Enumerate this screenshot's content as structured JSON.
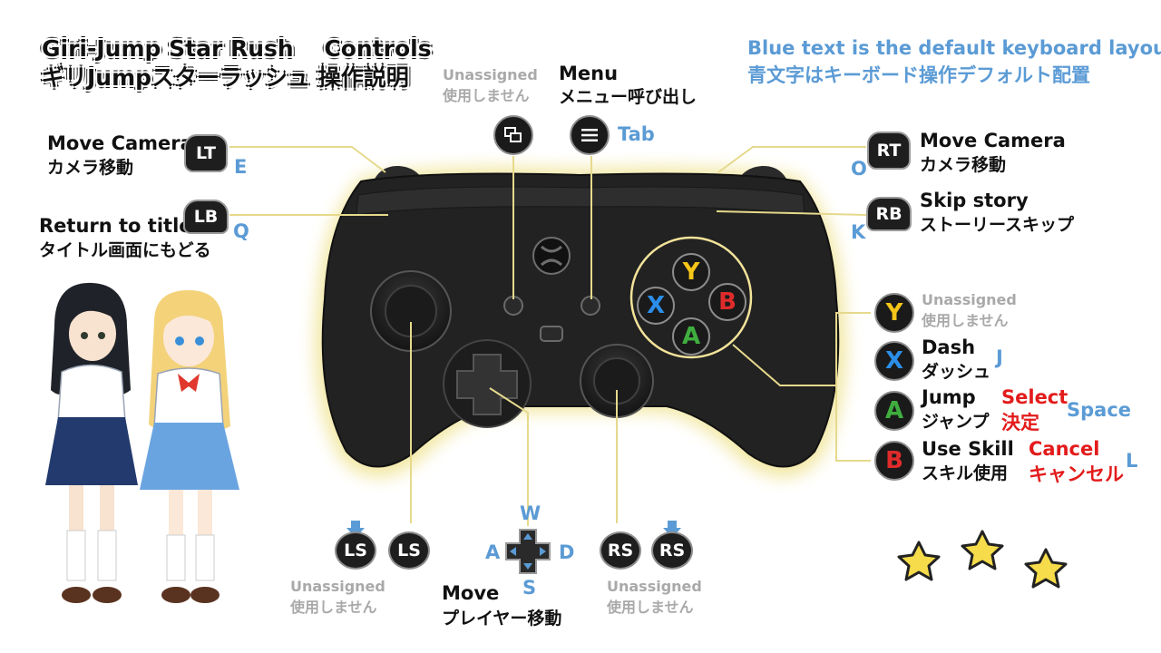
{
  "header": {
    "title_en": "Giri-Jump Star Rush　 Controls",
    "title_jp": "ギリJumpスターラッシュ 操作説明",
    "note_en": "Blue text is the default keyboard layout",
    "note_jp": "青文字はキーボード操作デフォルト配置"
  },
  "view_button": {
    "label_en": "Unassigned",
    "label_jp": "使用しません"
  },
  "menu_button": {
    "label_en": "Menu",
    "label_jp": "メニュー呼び出し",
    "key": "Tab"
  },
  "lt": {
    "badge": "LT",
    "label_en": "Move Camera",
    "label_jp": "カメラ移動",
    "key": "E"
  },
  "lb": {
    "badge": "LB",
    "label_en": "Return to title",
    "label_jp": "タイトル画面にもどる",
    "key": "Q"
  },
  "rt": {
    "badge": "RT",
    "label_en": "Move Camera",
    "label_jp": "カメラ移動",
    "key": "O"
  },
  "rb": {
    "badge": "RB",
    "label_en": "Skip story",
    "label_jp": "ストーリースキップ",
    "key": "K"
  },
  "face": {
    "y": {
      "letter": "Y",
      "label_en": "Unassigned",
      "label_jp": "使用しません",
      "color": "#f5c518"
    },
    "x": {
      "letter": "X",
      "label_en": "Dash",
      "label_jp": "ダッシュ",
      "key": "J",
      "color": "#2b8ee8"
    },
    "a": {
      "letter": "A",
      "label_en": "Jump",
      "label_jp": "ジャンプ",
      "extra_en": "Select",
      "extra_jp": "決定",
      "key": "Space",
      "color": "#3fae3f"
    },
    "b": {
      "letter": "B",
      "label_en": "Use Skill",
      "label_jp": "スキル使用",
      "extra_en": "Cancel",
      "extra_jp": "キャンセル",
      "key": "L",
      "color": "#e02b2b"
    }
  },
  "ls": {
    "badge": "LS",
    "label_en": "Unassigned",
    "label_jp": "使用しません"
  },
  "rs": {
    "badge": "RS",
    "label_en": "Unassigned",
    "label_jp": "使用しません"
  },
  "dpad": {
    "label_en": "Move",
    "label_jp": "プレイヤー移動",
    "key_up": "W",
    "key_left": "A",
    "key_right": "D",
    "key_down": "S"
  },
  "colors": {
    "keyboard_blue": "#5b9bd5",
    "cancel_red": "#e31b1b",
    "glow": "#f3e7a0"
  }
}
